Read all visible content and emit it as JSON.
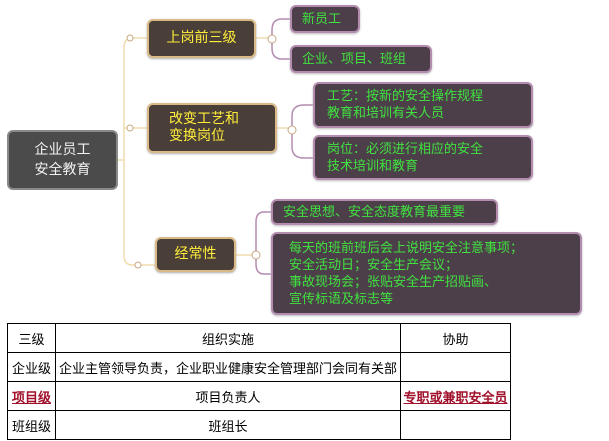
{
  "mindmap": {
    "root": [
      "企业员工",
      "安全教育"
    ],
    "branches": [
      {
        "label": "上岗前三级",
        "children": [
          [
            "新员工"
          ],
          [
            "企业、项目、班组"
          ]
        ]
      },
      {
        "label": [
          "改变工艺和",
          "变换岗位"
        ],
        "children": [
          [
            "工艺：按新的安全操作规程",
            "教育和培训有关人员"
          ],
          [
            "岗位：必须进行相应的安全",
            "技术培训和教育"
          ]
        ]
      },
      {
        "label": "经常性",
        "children": [
          [
            "安全思想、安全态度教育最重要"
          ],
          [
            "每天的班前班后会上说明安全注意事项；",
            "安全活动日；安全生产会议；",
            "事故现场会；张贴安全生产招贴画、",
            "宣传标语及标志等"
          ]
        ]
      }
    ]
  },
  "table": {
    "headers": [
      "三级",
      "组织实施",
      "协助"
    ],
    "rows": [
      [
        "企业级",
        "企业主管领导负责，企业职业健康安全管理部门会同有关部",
        ""
      ],
      [
        "项目级",
        "项目负责人",
        "专职或兼职安全员"
      ],
      [
        "班组级",
        "班组长",
        ""
      ]
    ]
  },
  "colors": {
    "level1_text": "#ffee3a",
    "level2_text": "#3fe23f",
    "highlight": "#a0102a"
  }
}
